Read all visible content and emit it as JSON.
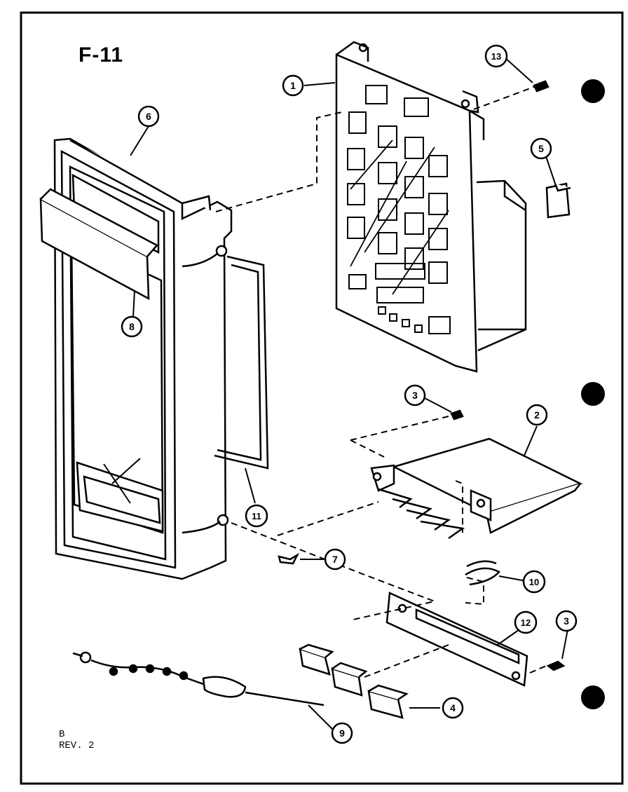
{
  "figure": {
    "title": "F-11",
    "footer_code": "B",
    "footer_rev": "REV. 2"
  },
  "callouts": [
    {
      "id": "c1",
      "label": "1"
    },
    {
      "id": "c2",
      "label": "2"
    },
    {
      "id": "c3a",
      "label": "3"
    },
    {
      "id": "c3b",
      "label": "3"
    },
    {
      "id": "c4",
      "label": "4"
    },
    {
      "id": "c5",
      "label": "5"
    },
    {
      "id": "c6",
      "label": "6"
    },
    {
      "id": "c7",
      "label": "7"
    },
    {
      "id": "c8",
      "label": "8"
    },
    {
      "id": "c9",
      "label": "9"
    },
    {
      "id": "c10",
      "label": "10"
    },
    {
      "id": "c11",
      "label": "11"
    },
    {
      "id": "c12",
      "label": "12"
    },
    {
      "id": "c13",
      "label": "13"
    }
  ],
  "colors": {
    "ink": "#000000",
    "paper": "#ffffff"
  }
}
